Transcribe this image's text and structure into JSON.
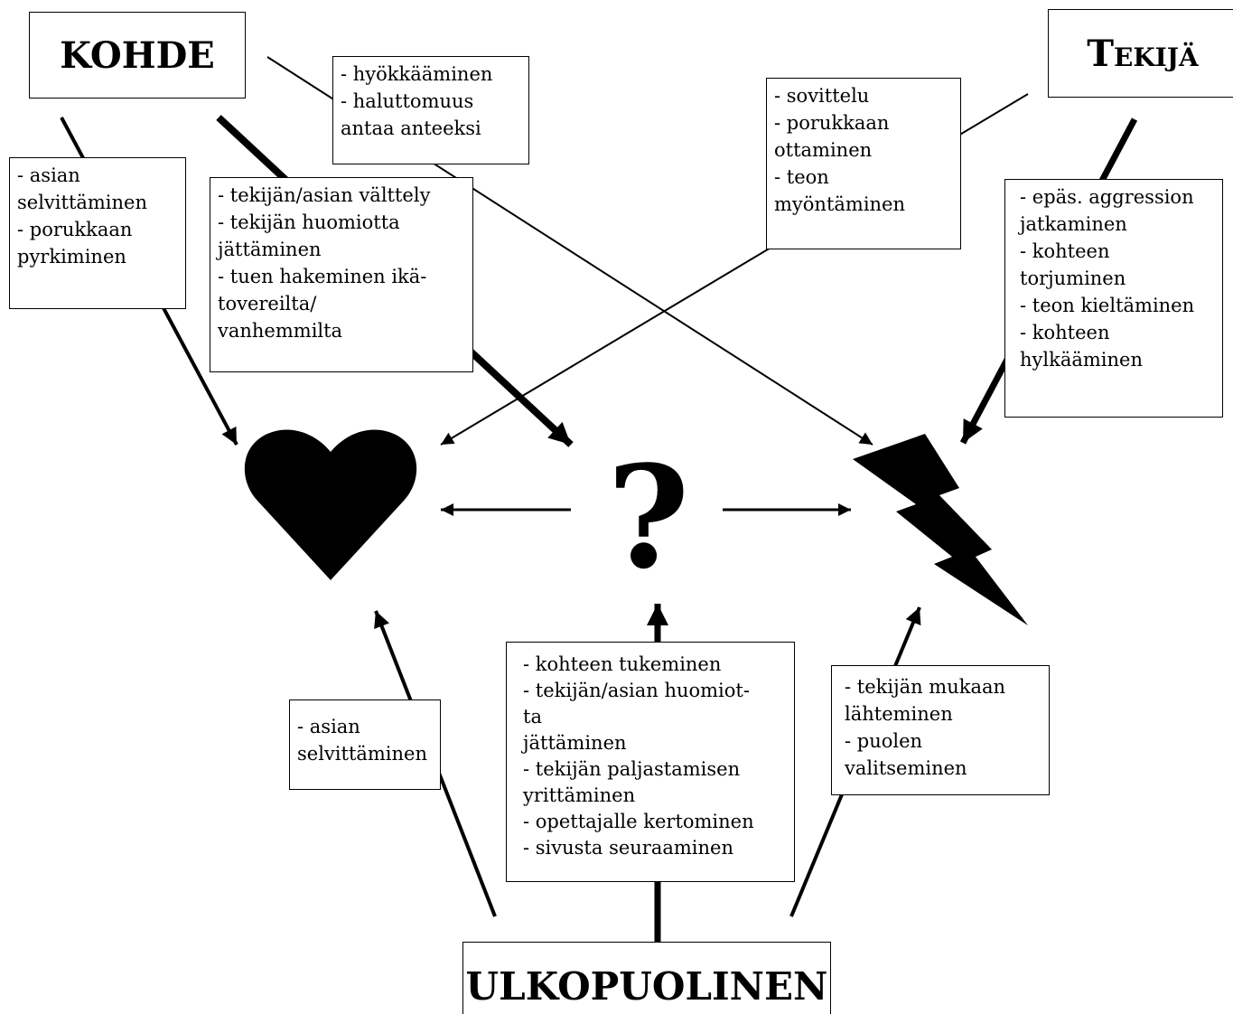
{
  "roles": {
    "kohde": "KOHDE",
    "tekija": "Tekijä",
    "ulkopuolinen": "ULKOPUOLINEN"
  },
  "center_symbol": "?",
  "icons": {
    "left": "heart-icon",
    "right": "lightning-bolt-icon"
  },
  "boxes": {
    "kohde_positive": [
      "- asian",
      "selvittäminen",
      "- porukkaan",
      "pyrkiminen"
    ],
    "kohde_neutral": [
      "- tekijän/asian välttely",
      "- tekijän huomiotta",
      "jättäminen",
      "- tuen hakeminen ikä-",
      "tovereilta/",
      "vanhemmilta"
    ],
    "kohde_negative": [
      "- hyökkääminen",
      "- haluttomuus",
      "antaa anteeksi"
    ],
    "tekija_positive": [
      "- sovittelu",
      "- porukkaan",
      "ottaminen",
      "- teon",
      "myöntäminen"
    ],
    "tekija_negative": [
      "- epäs. aggression",
      "jatkaminen",
      "- kohteen",
      "torjuminen",
      "- teon kieltäminen",
      "- kohteen",
      "hylkääminen"
    ],
    "ulko_positive": [
      "- asian",
      "selvittäminen"
    ],
    "ulko_neutral": [
      "- kohteen tukeminen",
      "- tekijän/asian  huomiot-",
      "ta",
      "jättäminen",
      "- tekijän paljastamisen",
      "yrittäminen",
      "- opettajalle kertominen",
      "- sivusta seuraaminen"
    ],
    "ulko_negative": [
      "- tekijän mukaan",
      "lähteminen",
      "- puolen",
      "valitseminen"
    ]
  },
  "colors": {
    "ink": "#000000",
    "background": "#ffffff"
  }
}
